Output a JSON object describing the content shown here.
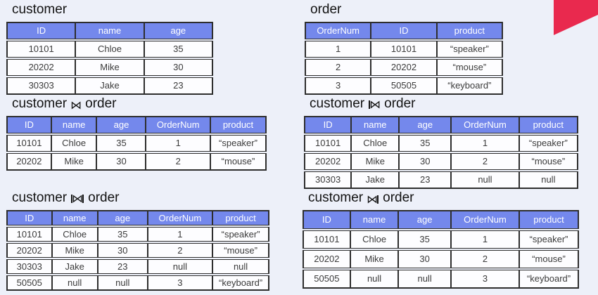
{
  "page": {
    "background": "#edf0f9",
    "accent_color": "#e9294e",
    "accent_shape": "corner-ribbon",
    "bowtie_glyph": "⋈",
    "header_color": "#7488ec",
    "border_color": "#2e2e2e"
  },
  "tables": [
    {
      "key": "customer",
      "title_left": "customer",
      "join": "none",
      "join_symbol": "",
      "title_right": "",
      "columns": [
        "ID",
        "name",
        "age"
      ],
      "rows": [
        [
          "10101",
          "Chloe",
          "35"
        ],
        [
          "20202",
          "Mike",
          "30"
        ],
        [
          "30303",
          "Jake",
          "23"
        ]
      ]
    },
    {
      "key": "order",
      "title_left": "order",
      "join": "none",
      "join_symbol": "",
      "title_right": "",
      "columns": [
        "OrderNum",
        "ID",
        "product"
      ],
      "rows": [
        [
          "1",
          "10101",
          "“speaker”"
        ],
        [
          "2",
          "20202",
          "“mouse”"
        ],
        [
          "3",
          "50505",
          "“keyboard”"
        ]
      ]
    },
    {
      "key": "inner-join",
      "title_left": "customer",
      "join": "inner",
      "join_symbol": "⋈",
      "title_right": "order",
      "columns": [
        "ID",
        "name",
        "age",
        "OrderNum",
        "product"
      ],
      "rows": [
        [
          "10101",
          "Chloe",
          "35",
          "1",
          "“speaker”"
        ],
        [
          "20202",
          "Mike",
          "30",
          "2",
          "“mouse”"
        ]
      ]
    },
    {
      "key": "left-outer-join",
      "title_left": "customer",
      "join": "left-outer",
      "join_symbol": "⟕",
      "title_right": "order",
      "columns": [
        "ID",
        "name",
        "age",
        "OrderNum",
        "product"
      ],
      "rows": [
        [
          "10101",
          "Chloe",
          "35",
          "1",
          "“speaker”"
        ],
        [
          "20202",
          "Mike",
          "30",
          "2",
          "“mouse”"
        ],
        [
          "30303",
          "Jake",
          "23",
          "null",
          "null"
        ]
      ]
    },
    {
      "key": "full-outer-join",
      "title_left": "customer",
      "join": "full-outer",
      "join_symbol": "⟗",
      "title_right": "order",
      "columns": [
        "ID",
        "name",
        "age",
        "OrderNum",
        "product"
      ],
      "rows": [
        [
          "10101",
          "Chloe",
          "35",
          "1",
          "“speaker”"
        ],
        [
          "20202",
          "Mike",
          "30",
          "2",
          "“mouse”"
        ],
        [
          "30303",
          "Jake",
          "23",
          "null",
          "null"
        ],
        [
          "50505",
          "null",
          "null",
          "3",
          "“keyboard”"
        ]
      ]
    },
    {
      "key": "right-outer-join",
      "title_left": "customer",
      "join": "right-outer",
      "join_symbol": "⟖",
      "title_right": "order",
      "columns": [
        "ID",
        "name",
        "age",
        "OrderNum",
        "product"
      ],
      "rows": [
        [
          "10101",
          "Chloe",
          "35",
          "1",
          "“speaker”"
        ],
        [
          "20202",
          "Mike",
          "30",
          "2",
          "“mouse”"
        ],
        [
          "50505",
          "null",
          "null",
          "3",
          "“keyboard”"
        ]
      ]
    }
  ]
}
